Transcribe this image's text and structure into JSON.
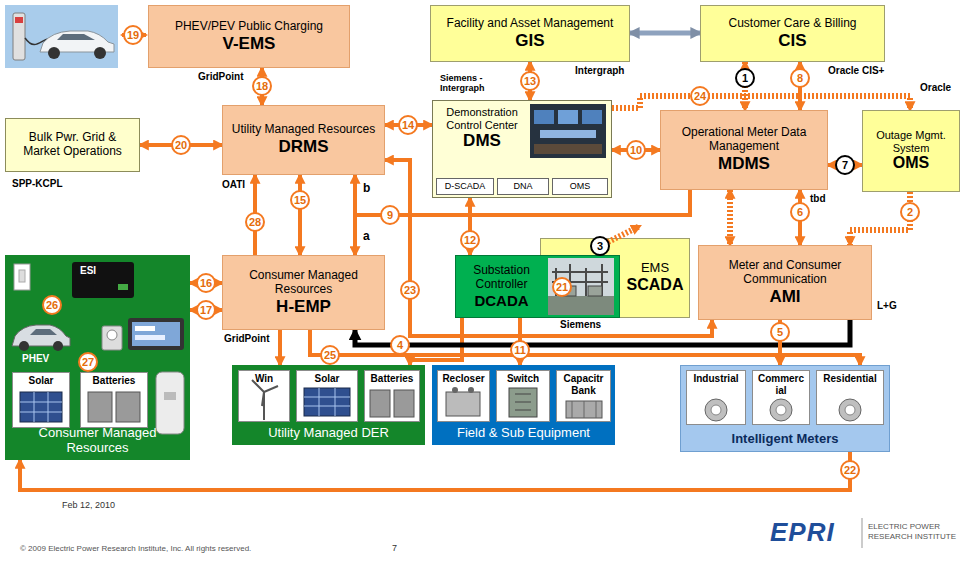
{
  "diagram": {
    "nodes": [
      {
        "text": [
          "PHEV/PEV Public Charging",
          "V-EMS"
        ]
      },
      {
        "text": [
          "Facility and Asset Management",
          "GIS"
        ]
      },
      {
        "text": [
          "Customer Care & Billing",
          "CIS"
        ]
      },
      {
        "text": [
          "Bulk Pwr. Grid & Market Operations"
        ]
      },
      {
        "text": [
          "Utility Managed Resources",
          "DRMS"
        ]
      },
      {
        "text": [
          "Demonstration Control Center",
          "DMS"
        ]
      },
      {
        "text": [
          "D-SCADA"
        ],
        "in": 5
      },
      {
        "text": [
          "DNA"
        ],
        "in": 5
      },
      {
        "text": [
          "OMS"
        ],
        "in": 5
      },
      {
        "text": [
          "Operational Meter Data Management",
          "MDMS"
        ]
      },
      {
        "text": [
          "Outage Mgmt. System",
          "OMS"
        ]
      },
      {
        "text": [
          "EMS",
          "SCADA"
        ]
      },
      {
        "text": [
          "Consumer Managed Resources",
          "H-EMP"
        ]
      },
      {
        "text": [
          "Substation Controller",
          "DCADA"
        ]
      },
      {
        "text": [
          "Meter and Consumer Communication",
          "AMI"
        ]
      },
      {
        "text": [
          "Consumer Managed Resources"
        ]
      },
      {
        "text": [
          "Solar"
        ],
        "in": 15
      },
      {
        "text": [
          "Batteries"
        ],
        "in": 15
      },
      {
        "text": [
          "Utility Managed DER"
        ]
      },
      {
        "text": [
          "Win"
        ],
        "in": 18
      },
      {
        "text": [
          "Solar"
        ],
        "in": 18
      },
      {
        "text": [
          "Batteries"
        ],
        "in": 18
      },
      {
        "text": [
          "Field & Sub Equipment"
        ]
      },
      {
        "text": [
          "Recloser"
        ],
        "in": 22
      },
      {
        "text": [
          "Switch"
        ],
        "in": 22
      },
      {
        "text": [
          "Capacitr Bank"
        ],
        "in": 22
      },
      {
        "text": [
          "Intelligent Meters"
        ]
      },
      {
        "text": [
          "Industrial"
        ],
        "in": 26
      },
      {
        "text": [
          "Commerc ial"
        ],
        "in": 26
      },
      {
        "text": [
          "Residential"
        ],
        "in": 26
      }
    ],
    "edges": [
      {
        "from": 0,
        "to": 4,
        "arrow": "both",
        "label": "18"
      },
      {
        "from": 1,
        "to": 2,
        "arrow": "both"
      },
      {
        "from": 1,
        "to": 5,
        "arrow": "both",
        "label": "13"
      },
      {
        "from": 2,
        "to": 9,
        "arrow": "both",
        "label": "1"
      },
      {
        "from": 2,
        "to": 9,
        "arrow": "both",
        "label": "8"
      },
      {
        "from": 3,
        "to": 4,
        "arrow": "both",
        "label": "20"
      },
      {
        "from": 4,
        "to": 5,
        "arrow": "both",
        "label": "14"
      },
      {
        "from": 5,
        "to": 10,
        "arrow": "to",
        "label": "24"
      },
      {
        "from": 9,
        "to": 10,
        "arrow": "both",
        "label": "7"
      },
      {
        "from": 10,
        "to": 14,
        "arrow": "to",
        "label": "2"
      },
      {
        "from": 5,
        "to": 9,
        "arrow": "both",
        "label": "10"
      },
      {
        "from": 9,
        "to": 14,
        "arrow": "both"
      },
      {
        "from": 9,
        "to": 14,
        "arrow": "both",
        "label": "6"
      },
      {
        "from": 9,
        "to": 4,
        "arrow": "to",
        "label": "b"
      },
      {
        "from": 9,
        "to": 12,
        "arrow": "to",
        "label": "a"
      },
      {
        "from": 4,
        "to": 12,
        "arrow": "both",
        "label": "15"
      },
      {
        "from": 12,
        "to": 4,
        "arrow": "to",
        "label": "28"
      },
      {
        "from": 5,
        "to": 13,
        "arrow": "both",
        "label": "12"
      },
      {
        "from": 14,
        "to": 4,
        "arrow": "both",
        "label": "23"
      },
      {
        "from": 13,
        "to": 22,
        "arrow": "to",
        "label": "11"
      },
      {
        "from": 13,
        "to": 18,
        "arrow": "to"
      },
      {
        "from": 15,
        "to": 12,
        "arrow": "both",
        "label": "16"
      },
      {
        "from": 15,
        "to": 12,
        "arrow": "both",
        "label": "17"
      },
      {
        "from": 12,
        "to": 18,
        "arrow": "to"
      },
      {
        "from": 12,
        "to": 26,
        "arrow": "to",
        "label": "25"
      },
      {
        "from": 14,
        "to": 12,
        "arrow": "to",
        "label": "4"
      },
      {
        "from": 14,
        "to": 26,
        "arrow": "both",
        "label": "5"
      },
      {
        "from": 26,
        "to": 15,
        "arrow": "to",
        "label": "22"
      }
    ],
    "labels": [
      "GridPoint",
      "Intergraph",
      "Oracle CIS+",
      "Oracle",
      "SPP-KCPL",
      "OATI",
      "Siemens - Intergraph",
      "tbd",
      "9",
      "3",
      "21",
      "GridPoint",
      "Siemens",
      "L+G",
      "ESI",
      "26",
      "27",
      "PHEV",
      "19",
      "Feb 12, 2010",
      "© 2009 Electric Power Research Institute, Inc. All rights reserved.",
      "7",
      "EPRI",
      "ELECTRIC POWER RESEARCH INSTITUTE"
    ]
  }
}
